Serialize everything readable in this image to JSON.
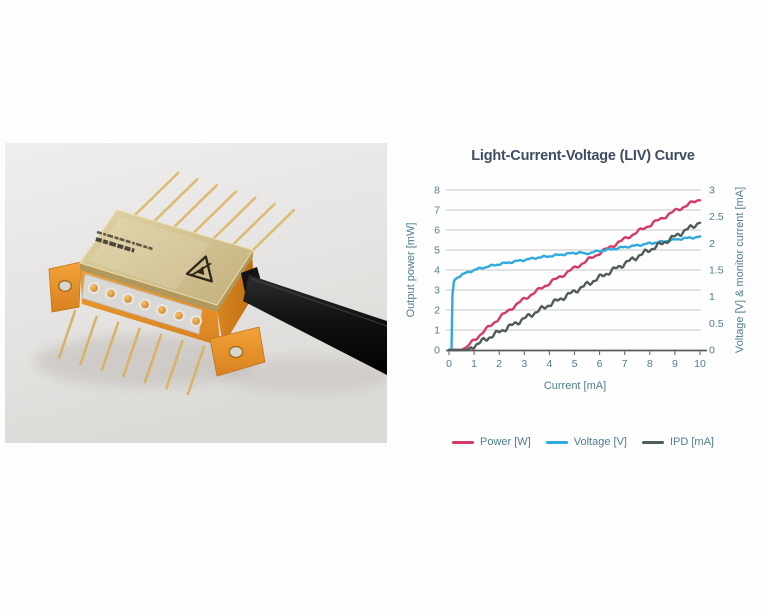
{
  "page": {
    "background": "#fdfdfd"
  },
  "photo": {
    "alt": "Gold butterfly laser diode package with gold pins, engraved part-number marking and black fiber pigtail",
    "esd_symbol": "esd-warning-triangle-icon"
  },
  "chart_data": {
    "type": "line",
    "title": "Light-Current-Voltage (LIV) Curve",
    "xlabel": "Current [mA]",
    "ylabel_left": "Output power [mW]",
    "ylabel_right": "Voltage [V] & monitor current [mA]",
    "xlim": [
      0,
      10
    ],
    "ylim_left": [
      0,
      8
    ],
    "ylim_right": [
      0,
      3
    ],
    "x_ticks": [
      0,
      1,
      2,
      3,
      4,
      5,
      6,
      7,
      8,
      9,
      10
    ],
    "left_ticks": [
      0,
      1,
      2,
      3,
      4,
      5,
      6,
      7,
      8
    ],
    "right_ticks": [
      0,
      0.5,
      1,
      1.5,
      2,
      2.5,
      3
    ],
    "grid": "horizontal",
    "legend_position": "bottom",
    "colors": {
      "title": "#3e4d63",
      "axis_text": "#4f7e8e",
      "grid": "#c9c9c9",
      "axis_line": "#595959",
      "power": "#d63a63",
      "voltage": "#30a9dd",
      "ipd": "#4e5d58"
    },
    "series": [
      {
        "name": "Power [W]",
        "color": "#d63a63",
        "axis": "left",
        "x": [
          0,
          0.5,
          0.75,
          1,
          1.5,
          2,
          2.5,
          3,
          3.5,
          4,
          4.5,
          5,
          5.5,
          6,
          6.5,
          7,
          7.5,
          8,
          8.5,
          9,
          9.5,
          10
        ],
        "y": [
          0,
          0,
          0.18,
          0.5,
          1.05,
          1.6,
          2.1,
          2.55,
          2.95,
          3.35,
          3.72,
          4.1,
          4.47,
          4.85,
          5.2,
          5.55,
          5.9,
          6.25,
          6.6,
          6.95,
          7.25,
          7.55
        ]
      },
      {
        "name": "Voltage [V]",
        "color": "#30a9dd",
        "axis": "right",
        "x": [
          0,
          0.1,
          0.14,
          0.2,
          0.35,
          0.6,
          1,
          1.5,
          2,
          2.5,
          3,
          3.5,
          4,
          4.5,
          5,
          5.25,
          5.4,
          6,
          6.5,
          7,
          7.5,
          8,
          8.5,
          9,
          9.5,
          10
        ],
        "y": [
          0,
          0,
          1.05,
          1.3,
          1.37,
          1.43,
          1.5,
          1.56,
          1.61,
          1.65,
          1.69,
          1.73,
          1.76,
          1.79,
          1.82,
          1.83,
          1.8,
          1.86,
          1.89,
          1.93,
          1.96,
          2.0,
          2.03,
          2.07,
          2.1,
          2.12
        ]
      },
      {
        "name": "IPD [mA]",
        "color": "#4e5d58",
        "axis": "right",
        "x": [
          0,
          0.7,
          1,
          1.5,
          2,
          2.5,
          3,
          3.5,
          4,
          4.5,
          5,
          5.5,
          6,
          6.5,
          7,
          7.5,
          8,
          8.5,
          9,
          9.5,
          10
        ],
        "y": [
          0,
          0,
          0.08,
          0.21,
          0.34,
          0.46,
          0.59,
          0.72,
          0.85,
          0.97,
          1.1,
          1.23,
          1.36,
          1.49,
          1.62,
          1.75,
          1.88,
          2.0,
          2.13,
          2.26,
          2.4
        ]
      }
    ]
  }
}
